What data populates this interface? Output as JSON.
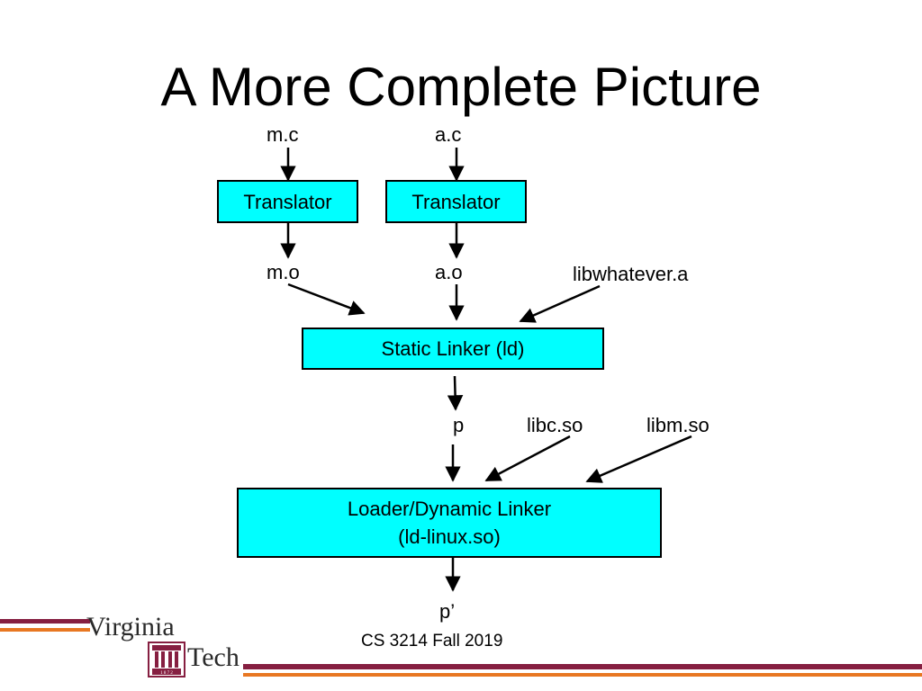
{
  "slide": {
    "title": "A More Complete Picture"
  },
  "diagram": {
    "inputs": [
      "m.c",
      "a.c"
    ],
    "translators": [
      "Translator",
      "Translator"
    ],
    "objects": [
      "m.o",
      "a.o"
    ],
    "static_lib": "libwhatever.a",
    "static_linker": "Static Linker (ld)",
    "program": "p",
    "shared_libs": [
      "libc.so",
      "libm.so"
    ],
    "loader_line1": "Loader/Dynamic Linker",
    "loader_line2": "(ld-linux.so)",
    "output": "p’"
  },
  "footer": {
    "course": "CS 3214 Fall 2019",
    "logo_top": "Virginia",
    "logo_bottom": "Tech",
    "logo_year": "1 8 7 2"
  },
  "colors": {
    "box_fill": "#00ffff",
    "stripe_maroon": "#861f41",
    "stripe_orange": "#e87722"
  }
}
